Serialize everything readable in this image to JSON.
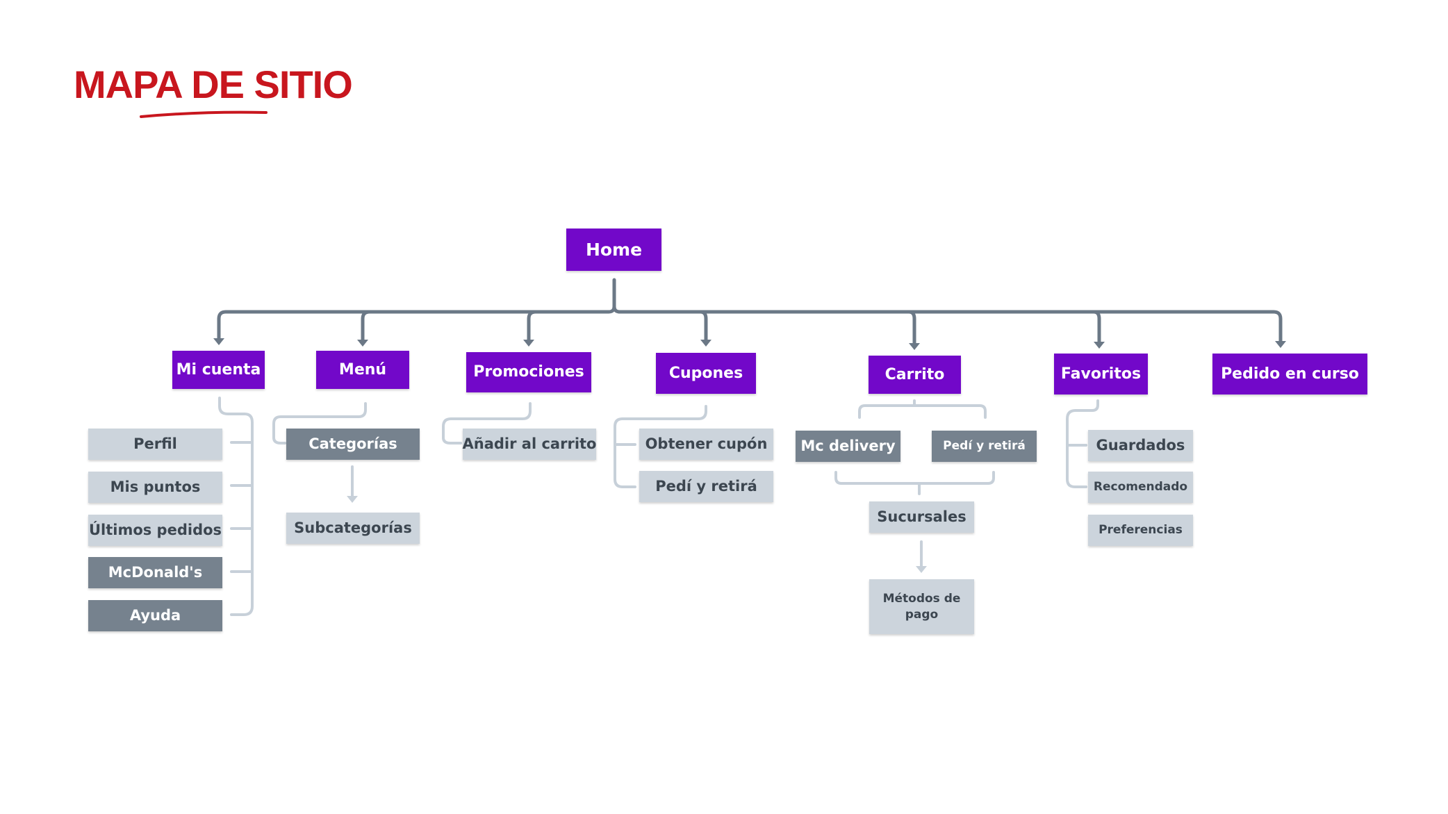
{
  "title": "MAPA DE SITIO",
  "colors": {
    "title": "#c8161e",
    "primary_node": "#7208c9",
    "light_node": "#ccd4dc",
    "dark_node": "#76828e",
    "connector": "#6b7886",
    "sub_connector": "#c7d0d9"
  },
  "nodes": {
    "home": "Home",
    "mi_cuenta": "Mi cuenta",
    "menu": "Menú",
    "promociones": "Promociones",
    "cupones": "Cupones",
    "carrito": "Carrito",
    "favoritos": "Favoritos",
    "pedido_en_curso": "Pedido en curso",
    "perfil": "Perfil",
    "mis_puntos": "Mis puntos",
    "ultimos_pedidos": "Últimos pedidos",
    "mcdonalds": "McDonald's",
    "ayuda": "Ayuda",
    "categorias": "Categorías",
    "subcategorias": "Subcategorías",
    "anadir_al_carrito": "Añadir al carrito",
    "obtener_cupon": "Obtener cupón",
    "pedi_y_retira_cupones": "Pedí y retirá",
    "mc_delivery": "Mc delivery",
    "pedi_y_retira_carrito": "Pedí y retirá",
    "sucursales": "Sucursales",
    "metodos_de_pago": "Métodos de pago",
    "guardados": "Guardados",
    "recomendado": "Recomendado",
    "preferencias": "Preferencias"
  }
}
